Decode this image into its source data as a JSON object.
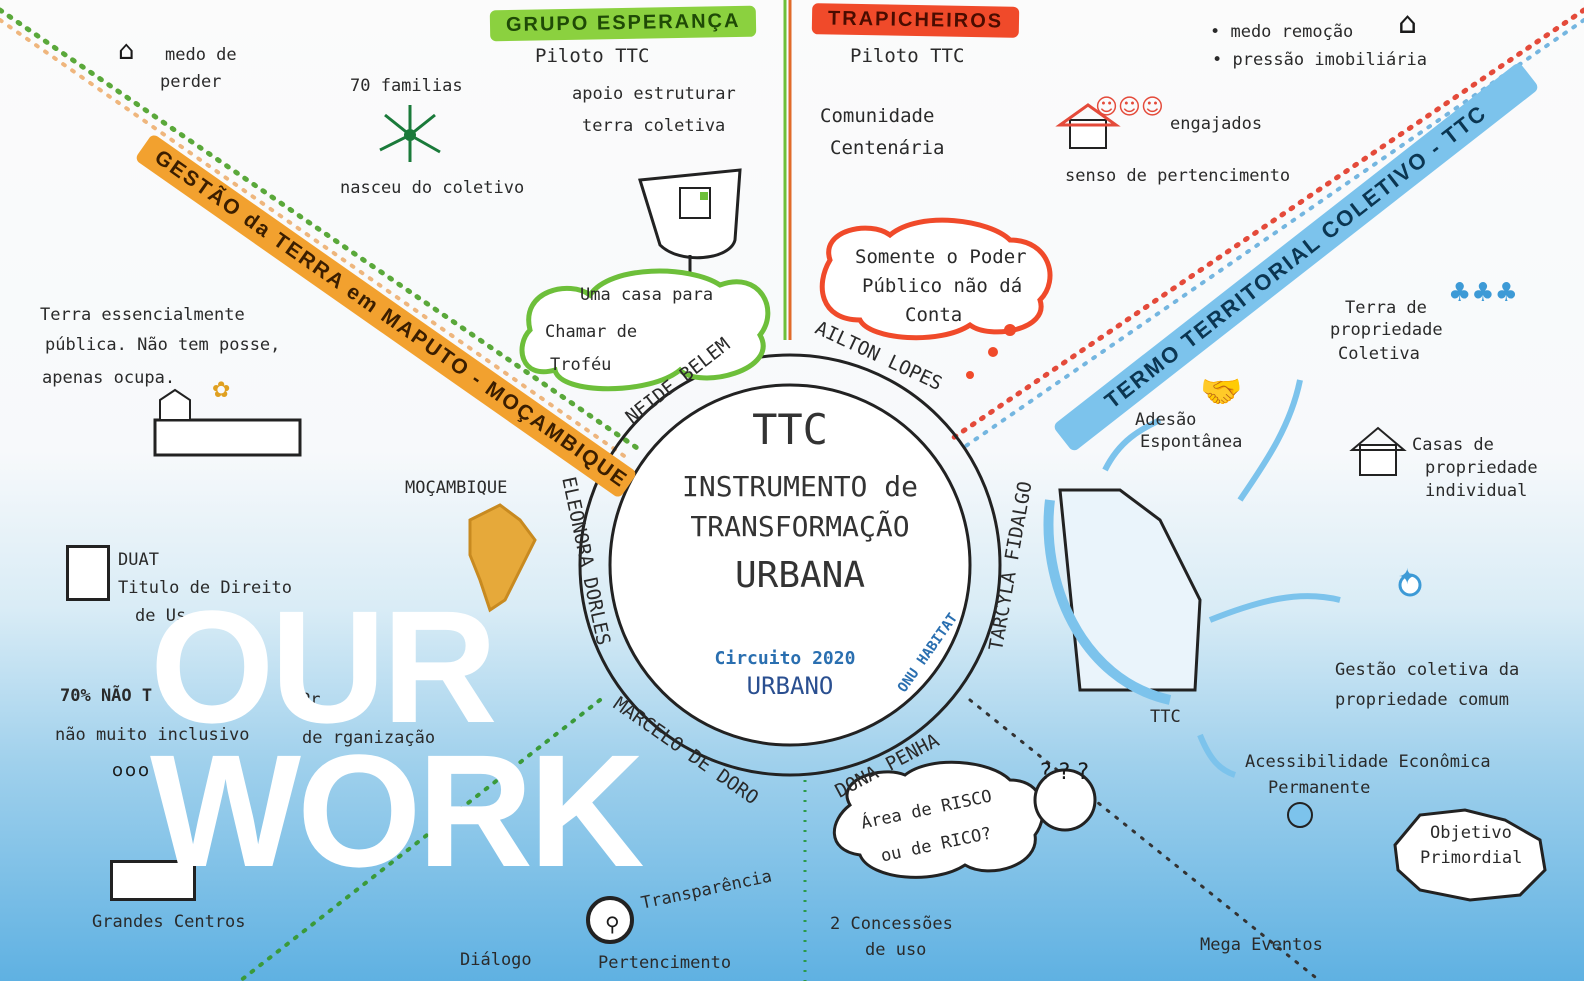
{
  "banners": {
    "grupo": "GRUPO ESPERANÇA",
    "trapicheiros": "TRAPICHEIROS",
    "gestao": "GESTÃO da TERRA em MAPUTO - MOÇAMBIQUE",
    "termo": "TERMO TERRITORIAL COLETIVO - TTC"
  },
  "notes": {
    "medo_perder_1": "medo de",
    "medo_perder_2": "perder",
    "familias": "70 familias",
    "nasceu": "nasceu do coletivo",
    "piloto_1": "Piloto TTC",
    "apoio_1": "apoio estruturar",
    "apoio_2": "terra coletiva",
    "trofeu_1": "Uma casa para",
    "trofeu_2": "Chamar de",
    "trofeu_3": "Troféu",
    "piloto_2": "Piloto TTC",
    "comunidade_1": "Comunidade",
    "comunidade_2": "Centenária",
    "medo_remocao": "• medo remoção",
    "pressao": "• pressão imobiliária",
    "engajados": "engajados",
    "senso": "senso de pertencimento",
    "poder_1": "Somente o Poder",
    "poder_2": "Público não dá",
    "poder_3": "Conta",
    "terra_publica_1": "Terra essencialmente",
    "terra_publica_2": "pública. Não tem posse,",
    "terra_publica_3": "apenas ocupa.",
    "mocambique": "MOÇAMBIQUE",
    "duat_1": "DUAT",
    "duat_2": "Titulo de Direito",
    "duat_3": "de Us",
    "setenta": "70% NÃO T",
    "inclusivo": "não muito inclusivo",
    "organizacao_1": "Pr",
    "organizacao_2": "de   rganização",
    "grandes": "Grandes Centros",
    "dialogo": "Diálogo",
    "pertencimento2": "Pertencimento",
    "transparencia": "Transparência",
    "terra_coletiva_1": "Terra de",
    "terra_coletiva_2": "propriedade",
    "terra_coletiva_3": "Coletiva",
    "adesao_1": "Adesão",
    "adesao_2": "Espontânea",
    "casas_1": "Casas de",
    "casas_2": "propriedade",
    "casas_3": "individual",
    "gestao_col_1": "Gestão coletiva da",
    "gestao_col_2": "propriedade comum",
    "ttc_small": "TTC",
    "acess_1": "Acessibilidade Econômica",
    "acess_2": "Permanente",
    "objetivo_1": "Objetivo",
    "objetivo_2": "Primordial",
    "risco_1": "Área de RISCO",
    "risco_2": "ou de RICO?",
    "concessoes_1": "2 Concessões",
    "concessoes_2": "de uso",
    "mega": "Mega Eventos"
  },
  "center": {
    "ttc": "TTC",
    "line1": "INSTRUMENTO de",
    "line2": "TRANSFORMAÇÃO",
    "line3": "URBANA",
    "circuito": "Circuito 2020",
    "urbano": "URBANO",
    "onu": "ONU HABITAT"
  },
  "names": {
    "neide": "NEIDE BELEM",
    "ailton": "AILTON LOPES",
    "eleonora": "ELEONORA DORLES",
    "tarcyla": "TARCYLA FIDALGO",
    "marcelo": "MARCELO DE DORO",
    "dona": "DONA PENHA"
  },
  "hero": {
    "line1": "OUR",
    "line2": "WORK"
  },
  "colors": {
    "green": "#8bd13f",
    "red": "#f04a2a",
    "orange": "#f2a12f",
    "blue": "#7cc3ec"
  }
}
